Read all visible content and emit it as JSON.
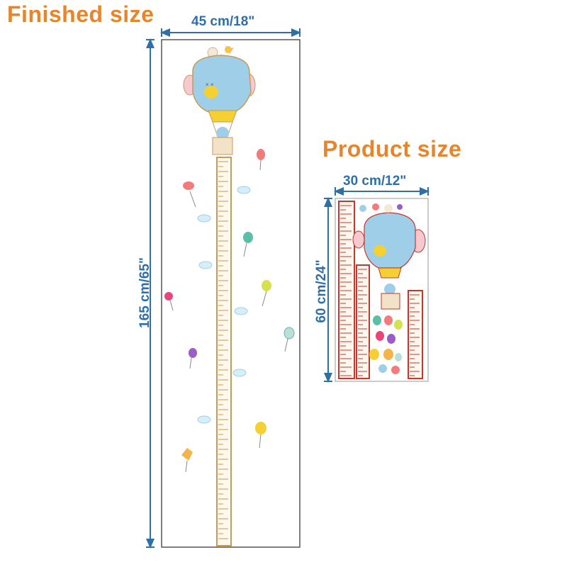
{
  "finished": {
    "title": "Finished size",
    "width_label": "45 cm/18\"",
    "height_label": "165 cm/65\""
  },
  "product": {
    "title": "Product size",
    "width_label": "30 cm/12\"",
    "height_label": "60 cm/24\""
  },
  "colors": {
    "title": "#e8852a",
    "dimension": "#2f6fa8",
    "ruler": "#c89a55",
    "balloon": "#9fcfe8",
    "sheet_border": "#c9352b"
  }
}
